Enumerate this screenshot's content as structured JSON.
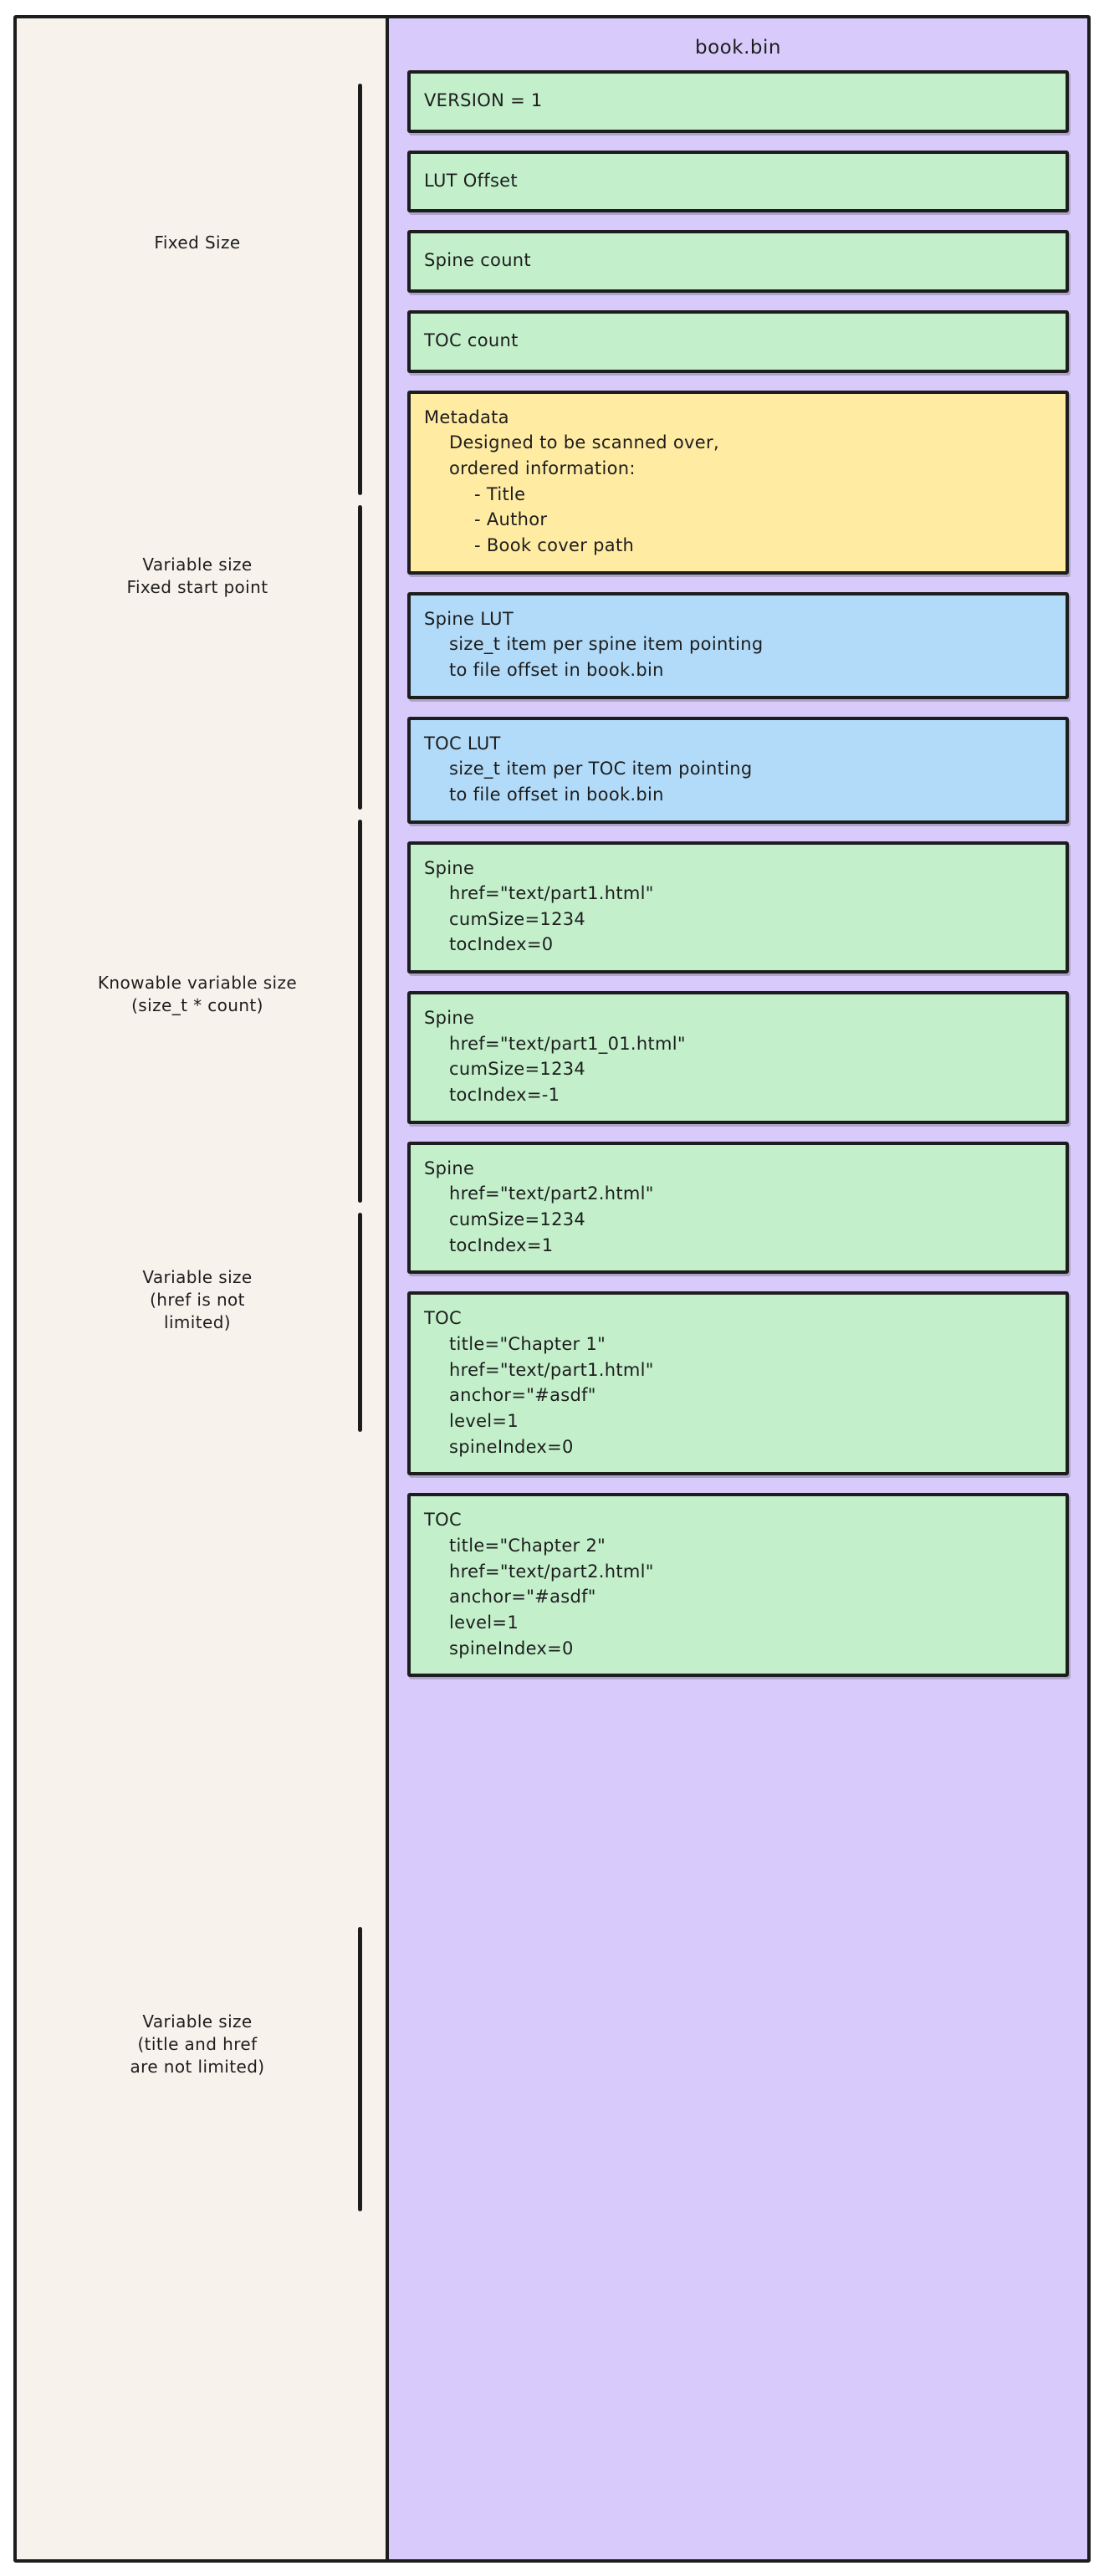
{
  "diagram": {
    "file_title": "book.bin",
    "colors": {
      "page_background": "#ffffff",
      "left_panel": "#f8f2ec",
      "file_panel": "#d8cbfb",
      "green_block": "#c3f0cb",
      "yellow_block": "#ffeba2",
      "blue_block": "#b2dbf9",
      "stroke": "#1d1d1d"
    }
  },
  "annotations": [
    {
      "id": "fixed-size",
      "text": "Fixed Size"
    },
    {
      "id": "variable-fixed-start",
      "text": "Variable size\nFixed start point"
    },
    {
      "id": "knowable-variable-size",
      "text": "Knowable variable size\n(size_t * count)"
    },
    {
      "id": "variable-href",
      "text": "Variable size\n(href is not\nlimited)"
    },
    {
      "id": "variable-title-href",
      "text": "Variable size\n(title and href\nare not limited)"
    }
  ],
  "blocks": [
    {
      "id": "version",
      "color": "green",
      "head": "VERSION = 1",
      "sub": "",
      "sub2": ""
    },
    {
      "id": "lut-offset",
      "color": "green",
      "head": "LUT Offset",
      "sub": "",
      "sub2": ""
    },
    {
      "id": "spine-count",
      "color": "green",
      "head": "Spine count",
      "sub": "",
      "sub2": ""
    },
    {
      "id": "toc-count",
      "color": "green",
      "head": "TOC count",
      "sub": "",
      "sub2": ""
    },
    {
      "id": "metadata",
      "color": "yellow",
      "head": "Metadata",
      "sub": "Designed to be scanned over,\nordered information:",
      "sub2": "- Title\n- Author\n- Book cover path"
    },
    {
      "id": "spine-lut",
      "color": "blue",
      "head": "Spine LUT",
      "sub": "size_t item per spine item pointing\nto file offset in book.bin",
      "sub2": ""
    },
    {
      "id": "toc-lut",
      "color": "blue",
      "head": "TOC LUT",
      "sub": "size_t item per TOC item pointing\nto file offset in book.bin",
      "sub2": ""
    },
    {
      "id": "spine-1",
      "color": "green",
      "head": "Spine",
      "sub": "href=\"text/part1.html\"\ncumSize=1234\ntocIndex=0",
      "sub2": ""
    },
    {
      "id": "spine-2",
      "color": "green",
      "head": "Spine",
      "sub": "href=\"text/part1_01.html\"\ncumSize=1234\ntocIndex=-1",
      "sub2": ""
    },
    {
      "id": "spine-3",
      "color": "green",
      "head": "Spine",
      "sub": "href=\"text/part2.html\"\ncumSize=1234\ntocIndex=1",
      "sub2": ""
    },
    {
      "id": "toc-1",
      "color": "green",
      "head": "TOC",
      "sub": "title=\"Chapter 1\"\nhref=\"text/part1.html\"\nanchor=\"#asdf\"\nlevel=1\nspineIndex=0",
      "sub2": ""
    },
    {
      "id": "toc-2",
      "color": "green",
      "head": "TOC",
      "sub": "title=\"Chapter 2\"\nhref=\"text/part2.html\"\nanchor=\"#asdf\"\nlevel=1\nspineIndex=0",
      "sub2": ""
    }
  ]
}
